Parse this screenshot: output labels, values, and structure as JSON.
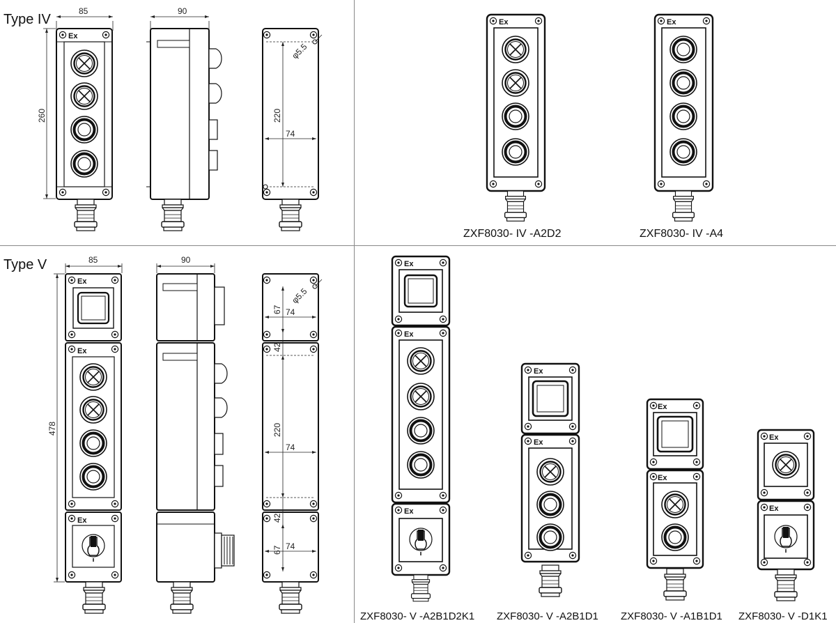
{
  "sections": {
    "type4": {
      "title": "Type IV"
    },
    "type5": {
      "title": "Type V"
    }
  },
  "dimensions": {
    "type4": {
      "front_width": "85",
      "side_width": "90",
      "height": "260",
      "mount_height": "220",
      "mount_width": "74",
      "hole": "φ5.5"
    },
    "type5": {
      "front_width": "85",
      "side_width": "90",
      "height": "478",
      "top_span": "67",
      "top_mount_width": "74",
      "gap_top": "42",
      "mid_height": "220",
      "mid_mount_width": "74",
      "gap_bottom": "42",
      "bottom_span": "67",
      "bottom_mount_width": "74",
      "hole": "φ5.5"
    }
  },
  "marking": "Ex",
  "models": {
    "type4": [
      {
        "label": "ZXF8030- IV -A2D2"
      },
      {
        "label": "ZXF8030- IV -A4"
      }
    ],
    "type5": [
      {
        "label": "ZXF8030- V -A2B1D2K1"
      },
      {
        "label": "ZXF8030- V -A2B1D1"
      },
      {
        "label": "ZXF8030- V -A1B1D1"
      },
      {
        "label": "ZXF8030- V -D1K1"
      }
    ]
  }
}
